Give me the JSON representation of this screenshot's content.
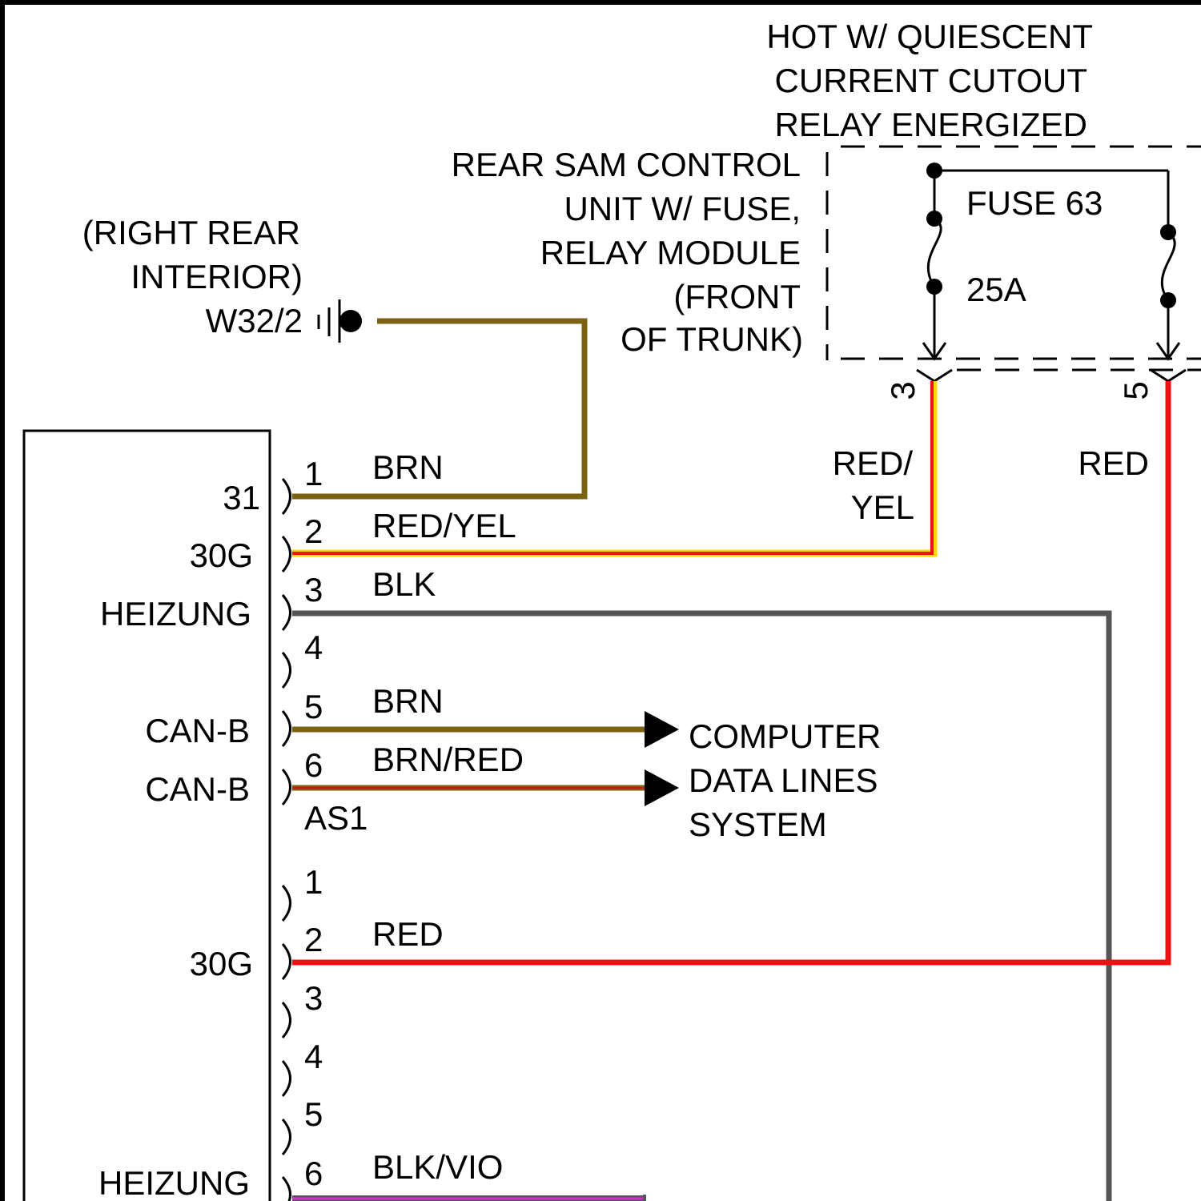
{
  "header": {
    "hot_label": [
      "HOT W/ QUIESCENT",
      "CURRENT CUTOUT",
      "RELAY ENERGIZED"
    ],
    "sam_label": [
      "REAR SAM CONTROL",
      "UNIT W/ FUSE,",
      "RELAY MODULE",
      "(FRONT",
      "OF TRUNK)"
    ]
  },
  "ground": {
    "location": [
      "(RIGHT REAR",
      "INTERIOR)"
    ],
    "id": "W32/2"
  },
  "fuse": {
    "name": "FUSE 63",
    "rating": "25A"
  },
  "sam_pins": [
    "3",
    "5"
  ],
  "vertical_wire_labels": {
    "red_yel": [
      "RED/",
      "YEL"
    ],
    "red": "RED"
  },
  "connector_1": {
    "id": "AS1",
    "pins": [
      "1",
      "2",
      "3",
      "4",
      "5",
      "6"
    ],
    "functions": [
      "31",
      "30G",
      "HEIZUNG",
      "",
      "CAN-B",
      "CAN-B"
    ],
    "wires": [
      "BRN",
      "RED/YEL",
      "BLK",
      "",
      "BRN",
      "BRN/RED"
    ]
  },
  "connector_2": {
    "pins": [
      "1",
      "2",
      "3",
      "4",
      "5",
      "6"
    ],
    "functions": [
      "",
      "30G",
      "",
      "",
      "",
      "HEIZUNG"
    ],
    "wires": [
      "",
      "RED",
      "",
      "",
      "",
      "BLK/VIO"
    ]
  },
  "data_lines": {
    "label": [
      "COMPUTER",
      "DATA LINES",
      "SYSTEM"
    ]
  },
  "colors": {
    "wire_brown": "#7a6211",
    "wire_red": "#ee1111",
    "wire_yellow": "#ffd800",
    "wire_black": "#555555",
    "wire_violet": "#cc33cc"
  }
}
